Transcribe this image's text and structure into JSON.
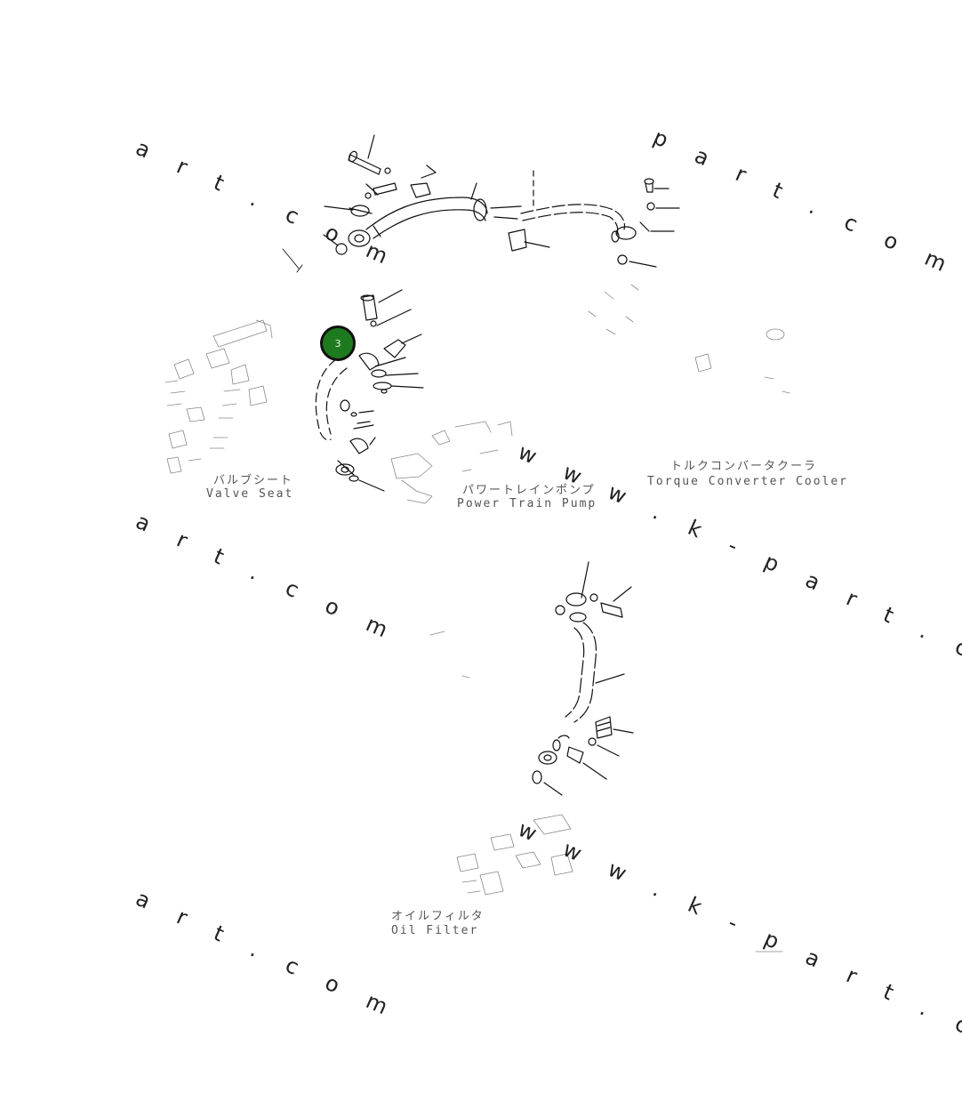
{
  "watermarks": {
    "w1": "a r t . c o m",
    "w2": "p a r t . c o m",
    "w3": "a r t . c o m",
    "w4": "w w w . k - p a r t . c o m",
    "w5": "a r t . c o m",
    "w6": "w w w . k - p a r t . c o m"
  },
  "labels": {
    "valve_seat_jp": "バルブシート",
    "valve_seat_en": "Valve Seat",
    "power_train_pump_jp": "パワートレインポンプ",
    "power_train_pump_en": "Power Train Pump",
    "torque_converter_cooler_jp": "トルクコンバータクーラ",
    "torque_converter_cooler_en": "Torque Converter Cooler",
    "oil_filter_jp": "オイルフィルタ",
    "oil_filter_en": "Oil Filter"
  },
  "callout": {
    "number": "3",
    "color": "#1e7a1e"
  }
}
